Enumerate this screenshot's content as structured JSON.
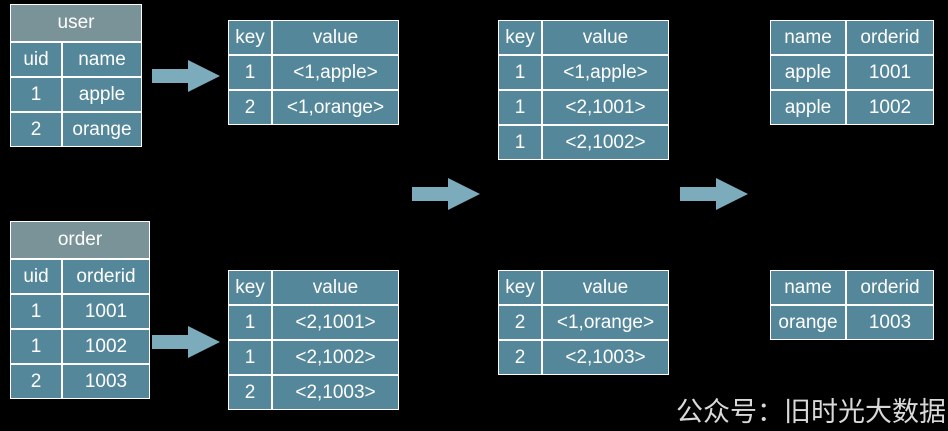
{
  "diagram": {
    "title_bar_color": "#7a9399",
    "cell_color": "#54879a",
    "arrow_color": "#7cabbb",
    "background": "#000000",
    "text_color": "#ffffff"
  },
  "tables": {
    "user": {
      "title": "user",
      "headers": [
        "uid",
        "name"
      ],
      "rows": [
        [
          "1",
          "apple"
        ],
        [
          "2",
          "orange"
        ]
      ]
    },
    "order": {
      "title": "order",
      "headers": [
        "uid",
        "orderid"
      ],
      "rows": [
        [
          "1",
          "1001"
        ],
        [
          "1",
          "1002"
        ],
        [
          "2",
          "1003"
        ]
      ]
    },
    "map_user": {
      "headers": [
        "key",
        "value"
      ],
      "rows": [
        [
          "1",
          "<1,apple>"
        ],
        [
          "2",
          "<1,orange>"
        ]
      ]
    },
    "map_order": {
      "headers": [
        "key",
        "value"
      ],
      "rows": [
        [
          "1",
          "<2,1001>"
        ],
        [
          "1",
          "<2,1002>"
        ],
        [
          "2",
          "<2,1003>"
        ]
      ]
    },
    "reduce_key1": {
      "headers": [
        "key",
        "value"
      ],
      "rows": [
        [
          "1",
          "<1,apple>"
        ],
        [
          "1",
          "<2,1001>"
        ],
        [
          "1",
          "<2,1002>"
        ]
      ]
    },
    "reduce_key2": {
      "headers": [
        "key",
        "value"
      ],
      "rows": [
        [
          "2",
          "<1,orange>"
        ],
        [
          "2",
          "<2,1003>"
        ]
      ]
    },
    "output_key1": {
      "headers": [
        "name",
        "orderid"
      ],
      "rows": [
        [
          "apple",
          "1001"
        ],
        [
          "apple",
          "1002"
        ]
      ]
    },
    "output_key2": {
      "headers": [
        "name",
        "orderid"
      ],
      "rows": [
        [
          "orange",
          "1003"
        ]
      ]
    }
  },
  "watermark": {
    "text": "公众号：旧时光大数据"
  }
}
